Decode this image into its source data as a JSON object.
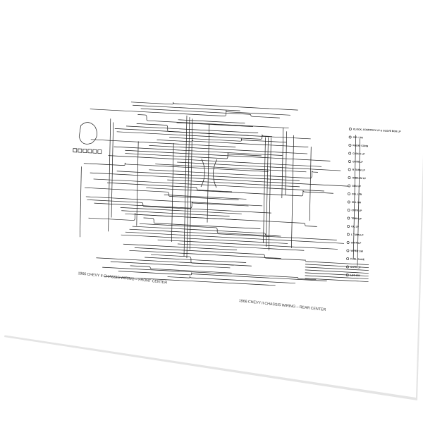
{
  "diagram": {
    "captions": {
      "front": "1966 CHEVY II CHASSIS WIRING – FRONT CENTER",
      "rear": "1966 CHEVY II CHASSIS WIRING – REAR CENTER"
    },
    "right_components": [
      "CLOCK, COURTESY LP & GLOVE BOX LP",
      "CIG. LTR",
      "RADIO CONN",
      "CLOCK LP",
      "CNTR LP",
      "R TURN LP",
      "HI BEAM LP",
      "GEN LP",
      "CIG. LTR",
      "IGN. SW",
      "CNTR LP",
      "TEMP LP",
      "OIL LP",
      "L TURN LP",
      "CNTR LP",
      "WIPER SW",
      "FUEL GAGE",
      "CNTR LP",
      "LGT. SW"
    ],
    "colors": {
      "paper": "#ffffff",
      "ink": "#1a1a1a",
      "shadow": "#d8d8d8"
    }
  }
}
